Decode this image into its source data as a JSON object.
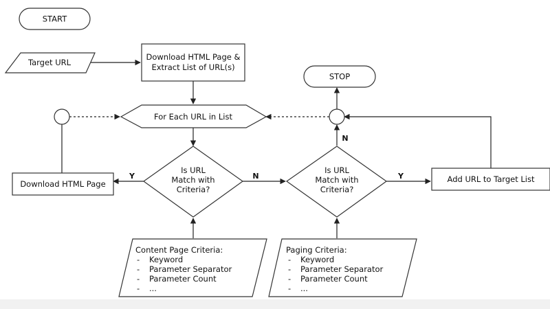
{
  "nodes": {
    "start": "START",
    "target_url": "Target URL",
    "download_extract": [
      "Download HTML Page &",
      "Extract List of URL(s)"
    ],
    "for_each": "For Each URL in List",
    "stop": "STOP",
    "decision_content": [
      "Is URL",
      "Match with",
      "Criteria?"
    ],
    "decision_paging": [
      "Is URL",
      "Match with",
      "Criteria?"
    ],
    "download_page": "Download HTML Page",
    "add_url": "Add URL to Target List",
    "content_criteria": {
      "title": "Content Page Criteria:",
      "items": [
        "Keyword",
        "Parameter Separator",
        "Parameter Count",
        "..."
      ]
    },
    "paging_criteria": {
      "title": "Paging Criteria:",
      "items": [
        "Keyword",
        "Parameter Separator",
        "Parameter Count",
        "..."
      ]
    }
  },
  "edge_labels": {
    "content_yes": "Y",
    "content_no": "N",
    "paging_yes": "Y",
    "paging_no": "N"
  },
  "list_bullet": "-"
}
